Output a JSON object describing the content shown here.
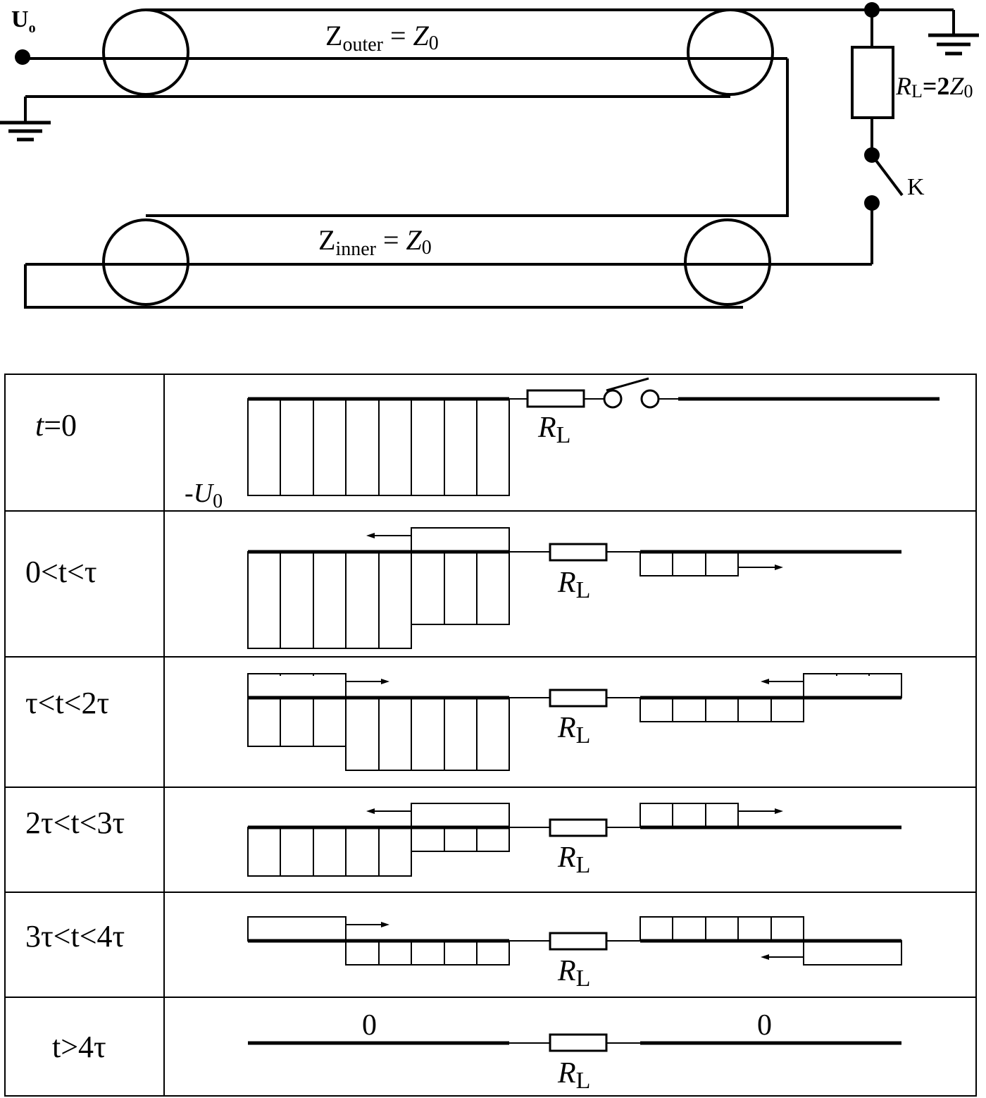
{
  "circuit": {
    "source_label": "U",
    "source_sub": "o",
    "outer_label": {
      "z": "Z",
      "sub": "outer",
      "eq": " = ",
      "z0": "Z",
      "z0sub": "0"
    },
    "inner_label": {
      "z": "Z",
      "sub": "inner",
      "eq": " = ",
      "z0": "Z",
      "z0sub": "0"
    },
    "load_label": {
      "r": "R",
      "rsub": "L",
      "eq": "=",
      "coef": "2",
      "z": "Z",
      "zsub": "0"
    },
    "switch_label": "K"
  },
  "table": {
    "rows": [
      {
        "label_parts": [
          "t",
          "=0"
        ]
      },
      {
        "label": "0<t<τ"
      },
      {
        "label": "τ<t<2τ"
      },
      {
        "label": "2τ<t<3τ"
      },
      {
        "label": "3τ<t<4τ"
      },
      {
        "label": "t>4τ"
      }
    ],
    "load_symbol": {
      "r": "R",
      "sub": "L"
    },
    "initial_voltage": {
      "sign": "-",
      "u": "U",
      "sub": "0"
    },
    "final_values": [
      "0",
      "0"
    ]
  }
}
